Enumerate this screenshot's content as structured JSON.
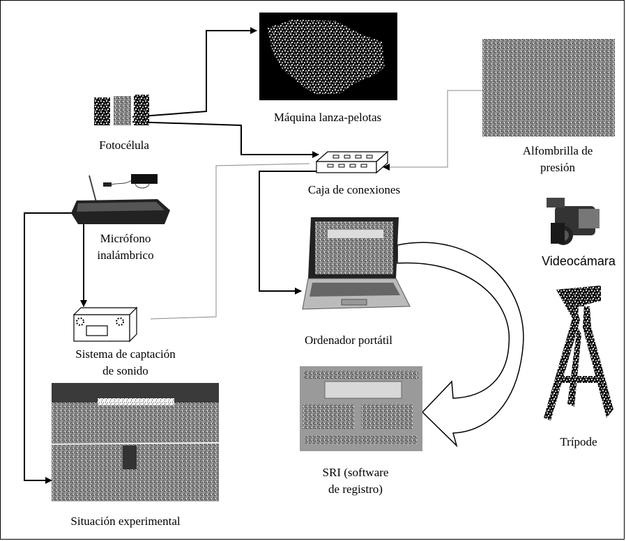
{
  "labels": {
    "fotocelula": "Fotocélula",
    "maquina": "Máquina lanza-pelotas",
    "alfombrilla_1": "Alfombrilla de",
    "alfombrilla_2": "presión",
    "caja": "Caja de conexiones",
    "microfono_1": "Micrófono",
    "microfono_2": "inalámbrico",
    "videocamara": "Videocámara",
    "ordenador": "Ordenador portátil",
    "sistema_1": "Sistema de captación",
    "sistema_2": "de sonido",
    "sri_1": "SRI (software",
    "sri_2": "de registro)",
    "tripode": "Trípode",
    "situacion": "Situación experimental"
  },
  "colors": {
    "line": "#000000",
    "thin_line": "#888888",
    "dark_photo": "#2a2a2a",
    "mid_photo": "#7a7a7a"
  },
  "icons": {
    "fotocelula": "photocell-icon",
    "maquina": "ball-machine-photo",
    "alfombrilla": "pressure-mat-photo",
    "caja": "connection-box-icon",
    "microfono": "wireless-mic-photo",
    "videocamara": "videocamera-icon",
    "ordenador": "laptop-icon",
    "sistema": "sound-capture-icon",
    "sri": "software-screen-photo",
    "tripode": "tripod-photo",
    "situacion": "experimental-setting-photo"
  }
}
